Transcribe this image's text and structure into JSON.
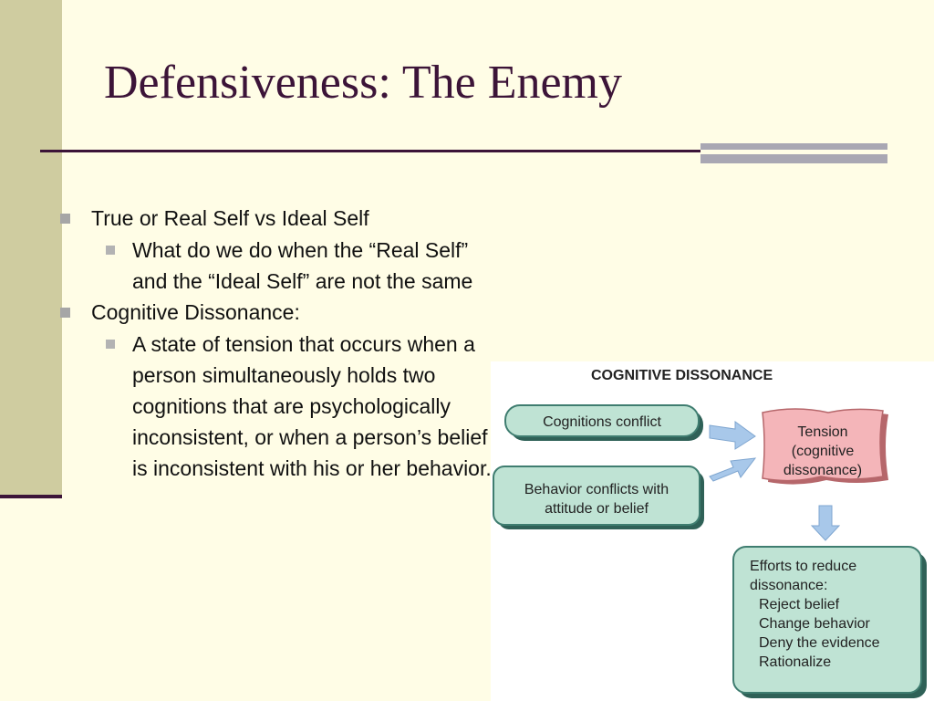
{
  "slide": {
    "title": "Defensiveness: The Enemy",
    "bullets": [
      {
        "text": "True or Real Self vs Ideal Self",
        "sub": [
          "What do we do when the “Real Self” and the “Ideal Self” are not the same"
        ]
      },
      {
        "text": "Cognitive Dissonance:",
        "sub": [
          "A state of tension that occurs when a person simultaneously holds two cognitions that are psychologically inconsistent, or when a person’s belief is inconsistent with his or her behavior."
        ]
      }
    ]
  },
  "diagram": {
    "title": "COGNITIVE DISSONANCE",
    "box_cognitions": "Cognitions conflict",
    "box_behavior": [
      "Behavior conflicts with",
      "attitude or belief"
    ],
    "box_tension": [
      "Tension",
      "(cognitive",
      "dissonance)"
    ],
    "box_efforts": [
      "Efforts to reduce",
      "dissonance:",
      "Reject belief",
      "Change behavior",
      "Deny the evidence",
      "Rationalize"
    ],
    "colors": {
      "green_box": "#bfe3d4",
      "green_border": "#3f7d70",
      "pink_box": "#f4b5b9",
      "pink_border": "#b6676b",
      "arrow": "#a8c8ea"
    }
  }
}
